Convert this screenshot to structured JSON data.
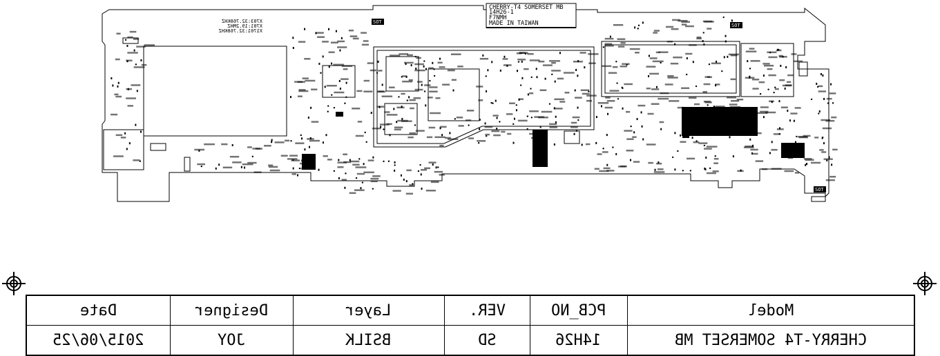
{
  "board": {
    "info_lines": [
      "CHERRY-T4 SOMERSET MB",
      "14H26-1",
      "F7NMH",
      "MADE IN TAIWAN"
    ],
    "crystal_lines": [
      "X703:32.768KHZ",
      "X701:19.2MHZ",
      "X1701:32.768KHZ"
    ],
    "badges": [
      "SOT",
      "SOT",
      "SOT"
    ]
  },
  "title_block": {
    "headers": [
      "Date",
      "Designer",
      "Layer",
      "VER.",
      "PCB_NO",
      "Model"
    ],
    "values": [
      "2015/06/25",
      "JOY",
      "BSILK",
      "SD",
      "14H26",
      "CHERRY-T4 SOMERSET MB"
    ]
  },
  "colors": {
    "ink": "#000000",
    "paper": "#ffffff"
  },
  "icons": [
    "registration-target-icon",
    "registration-target-icon"
  ]
}
